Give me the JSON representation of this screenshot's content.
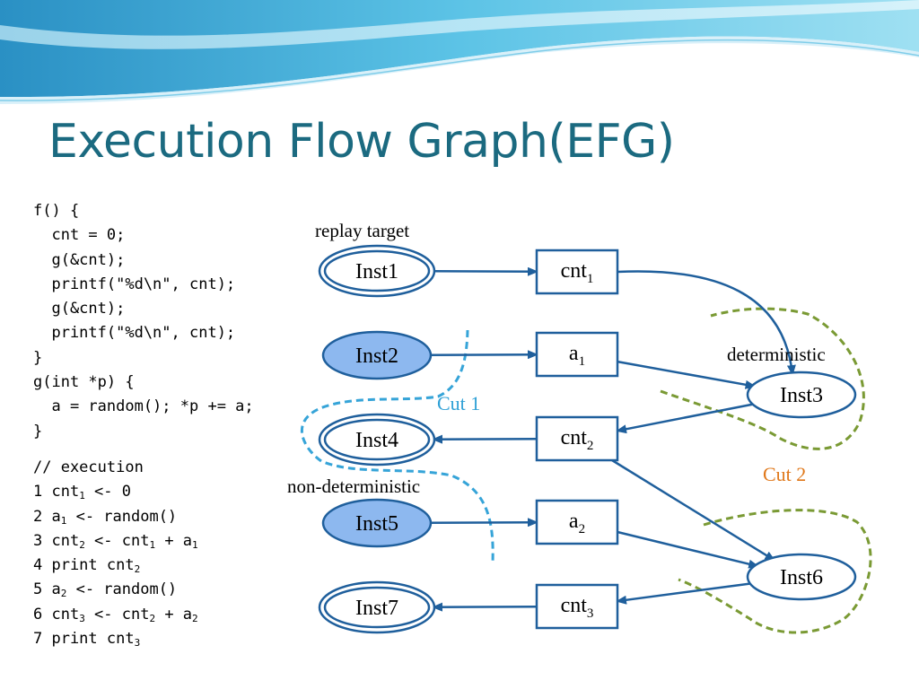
{
  "slide": {
    "title": "Execution Flow Graph(EFG)"
  },
  "code": {
    "source_lines": [
      "f() {",
      "  cnt = 0;",
      "  g(&cnt);",
      "  printf(\"%d\\n\", cnt);",
      "  g(&cnt);",
      "  printf(\"%d\\n\", cnt);",
      "}",
      "g(int *p) {",
      "  a = random(); *p += a;",
      "}"
    ],
    "execution_lines": [
      [
        {
          "t": "// execution"
        }
      ],
      [
        {
          "t": "1 cnt"
        },
        {
          "s": "1"
        },
        {
          "t": " <- 0"
        }
      ],
      [
        {
          "t": "2 a"
        },
        {
          "s": "1"
        },
        {
          "t": " <- random()"
        }
      ],
      [
        {
          "t": "3 cnt"
        },
        {
          "s": "2"
        },
        {
          "t": " <- cnt"
        },
        {
          "s": "1"
        },
        {
          "t": " + a"
        },
        {
          "s": "1"
        }
      ],
      [
        {
          "t": "4 print cnt"
        },
        {
          "s": "2"
        }
      ],
      [
        {
          "t": "5 a"
        },
        {
          "s": "2"
        },
        {
          "t": " <- random()"
        }
      ],
      [
        {
          "t": "6 cnt"
        },
        {
          "s": "3"
        },
        {
          "t": " <- cnt"
        },
        {
          "s": "2"
        },
        {
          "t": " + a"
        },
        {
          "s": "2"
        }
      ],
      [
        {
          "t": "7 print cnt"
        },
        {
          "s": "3"
        }
      ]
    ]
  },
  "graph": {
    "instructions": [
      {
        "id": "inst1",
        "label": "Inst1",
        "style": "double"
      },
      {
        "id": "inst2",
        "label": "Inst2",
        "style": "filled"
      },
      {
        "id": "inst4",
        "label": "Inst4",
        "style": "double"
      },
      {
        "id": "inst5",
        "label": "Inst5",
        "style": "filled"
      },
      {
        "id": "inst7",
        "label": "Inst7",
        "style": "double"
      },
      {
        "id": "inst3",
        "label": "Inst3",
        "style": "single"
      },
      {
        "id": "inst6",
        "label": "Inst6",
        "style": "single"
      }
    ],
    "values": [
      {
        "id": "cnt1",
        "name": "cnt",
        "sub": "1"
      },
      {
        "id": "a1",
        "name": "a",
        "sub": "1"
      },
      {
        "id": "cnt2",
        "name": "cnt",
        "sub": "2"
      },
      {
        "id": "a2",
        "name": "a",
        "sub": "2"
      },
      {
        "id": "cnt3",
        "name": "cnt",
        "sub": "3"
      }
    ],
    "edges": [
      [
        "inst1",
        "cnt1"
      ],
      [
        "inst2",
        "a1"
      ],
      [
        "cnt2",
        "inst4"
      ],
      [
        "inst5",
        "a2"
      ],
      [
        "cnt3",
        "inst7"
      ],
      [
        "cnt1",
        "inst3"
      ],
      [
        "a1",
        "inst3"
      ],
      [
        "inst3",
        "cnt2"
      ],
      [
        "cnt2",
        "inst6"
      ],
      [
        "a2",
        "inst6"
      ],
      [
        "inst6",
        "cnt3"
      ]
    ],
    "labels": {
      "replay_target": "replay target",
      "deterministic": "deterministic",
      "non_deterministic": "non-deterministic",
      "cut1": "Cut 1",
      "cut2": "Cut 2"
    },
    "colors": {
      "title": "#1b6a80",
      "node_stroke": "#1f5f9c",
      "filled_node": "#8db8ef",
      "cut1": "#36a4d8",
      "cut1_text": "#2ea0d6",
      "cut2": "#7a9a34",
      "cut2_text": "#e0781a"
    }
  }
}
